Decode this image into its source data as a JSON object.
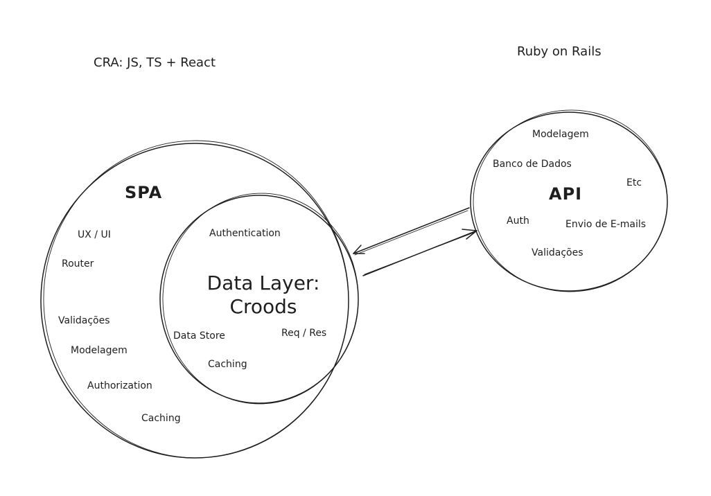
{
  "headings": {
    "frontend_stack": "CRA: JS, TS + React",
    "backend_stack": "Ruby on Rails"
  },
  "spa": {
    "title": "SPA",
    "items": [
      "UX / UI",
      "Router",
      "Validações",
      "Modelagem",
      "Authorization",
      "Caching"
    ]
  },
  "data_layer": {
    "title_line1": "Data Layer:",
    "title_line2": "Croods",
    "items": [
      "Authentication",
      "Data Store",
      "Req / Res",
      "Caching"
    ]
  },
  "api": {
    "title": "API",
    "items": [
      "Modelagem",
      "Banco de Dados",
      "Etc",
      "Auth",
      "Envio de E-mails",
      "Validações"
    ]
  },
  "colors": {
    "stroke": "#1e1e1e",
    "background": "#ffffff"
  }
}
